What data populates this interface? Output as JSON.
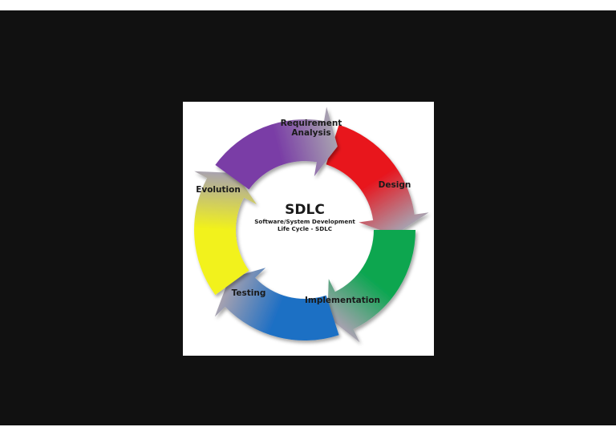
{
  "diagram": {
    "title": "SDLC",
    "subtitle_line1": "Software/System Development",
    "subtitle_line2": "Life Cycle - SDLC",
    "stages": [
      {
        "lines": [
          "Requirement",
          "Analysis"
        ],
        "color": "#e8141c"
      },
      {
        "lines": [
          "Design"
        ],
        "color": "#0aa650"
      },
      {
        "lines": [
          "Implementation"
        ],
        "color": "#1e6fc4"
      },
      {
        "lines": [
          "Testing"
        ],
        "color": "#f2f21a"
      },
      {
        "lines": [
          "Evolution"
        ],
        "color": "#7a3ea6"
      }
    ],
    "fade_color": "#a8a2b0",
    "background": "#ffffff",
    "viewer_background": "#111111"
  }
}
